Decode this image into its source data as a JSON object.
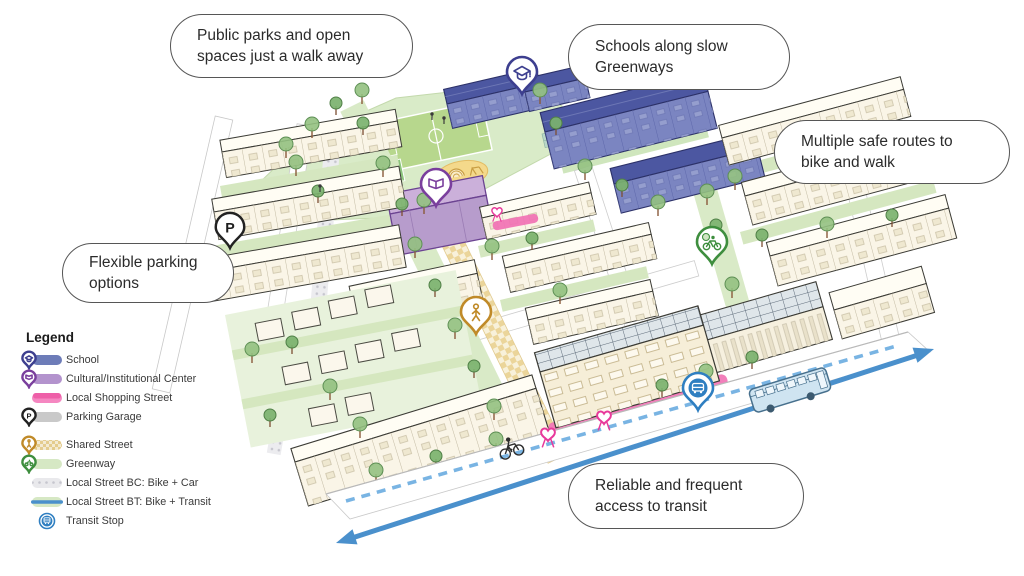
{
  "figure": {
    "type": "illustrated neighborhood plan",
    "description": "Hand-drawn isometric urban block illustration with annotation callouts and map legend"
  },
  "callouts": [
    {
      "id": "parks",
      "lines": [
        "Public parks and open",
        "spaces just a walk away"
      ]
    },
    {
      "id": "schools",
      "lines": [
        "Schools along slow",
        "Greenways"
      ]
    },
    {
      "id": "bikewalk",
      "lines": [
        "Multiple safe routes to",
        "bike and walk"
      ]
    },
    {
      "id": "parking",
      "lines": [
        "Flexible parking",
        "options"
      ]
    },
    {
      "id": "transit",
      "lines": [
        "Reliable and frequent",
        "access to transit"
      ]
    }
  ],
  "legend": {
    "title": "Legend",
    "items": [
      {
        "label": "School",
        "icon": "graduation-cap-pin",
        "swatch": "#6d7cb8"
      },
      {
        "label": "Cultural/Institutional Center",
        "icon": "book-pin",
        "swatch": "#b393cd"
      },
      {
        "label": "Local Shopping Street",
        "icon": "pink-bar",
        "swatch": "#ee5fa8"
      },
      {
        "label": "Parking Garage",
        "icon": "parking-pin",
        "swatch": "#c9c9c9"
      },
      {
        "label": "Shared Street",
        "icon": "person-pin",
        "swatch": "#ecd9a4"
      },
      {
        "label": "Greenway",
        "icon": "bike-pin",
        "swatch": "#d6e8c4"
      },
      {
        "label": "Local Street BC: Bike + Car",
        "icon": "dotted-bar",
        "swatch": "#e9e9ec"
      },
      {
        "label": "Local Street BT: Bike + Transit",
        "icon": "transit-bar",
        "swatch": "#4a90cc"
      },
      {
        "label": "Transit Stop",
        "icon": "bus-badge",
        "swatch": "#2f7fc1"
      }
    ]
  },
  "map": {
    "parking_pin_label": "P",
    "markers": [
      "school-pin",
      "cultural-pin",
      "parking-pin",
      "shared-street-pin",
      "greenway-pin",
      "transit-stop-pin",
      "heart-marker",
      "heart-marker",
      "heart-marker"
    ]
  },
  "colors": {
    "school_blue": "#4c57a1",
    "cultural_purple": "#b79ccc",
    "shopping_pink": "#f06eb3",
    "garage_gray": "#c9c9c9",
    "shared_street_gold": "#e9d08f",
    "greenway_green": "#d9eac7",
    "transit_blue": "#4a90cc",
    "heart_pink": "#e8399b"
  }
}
